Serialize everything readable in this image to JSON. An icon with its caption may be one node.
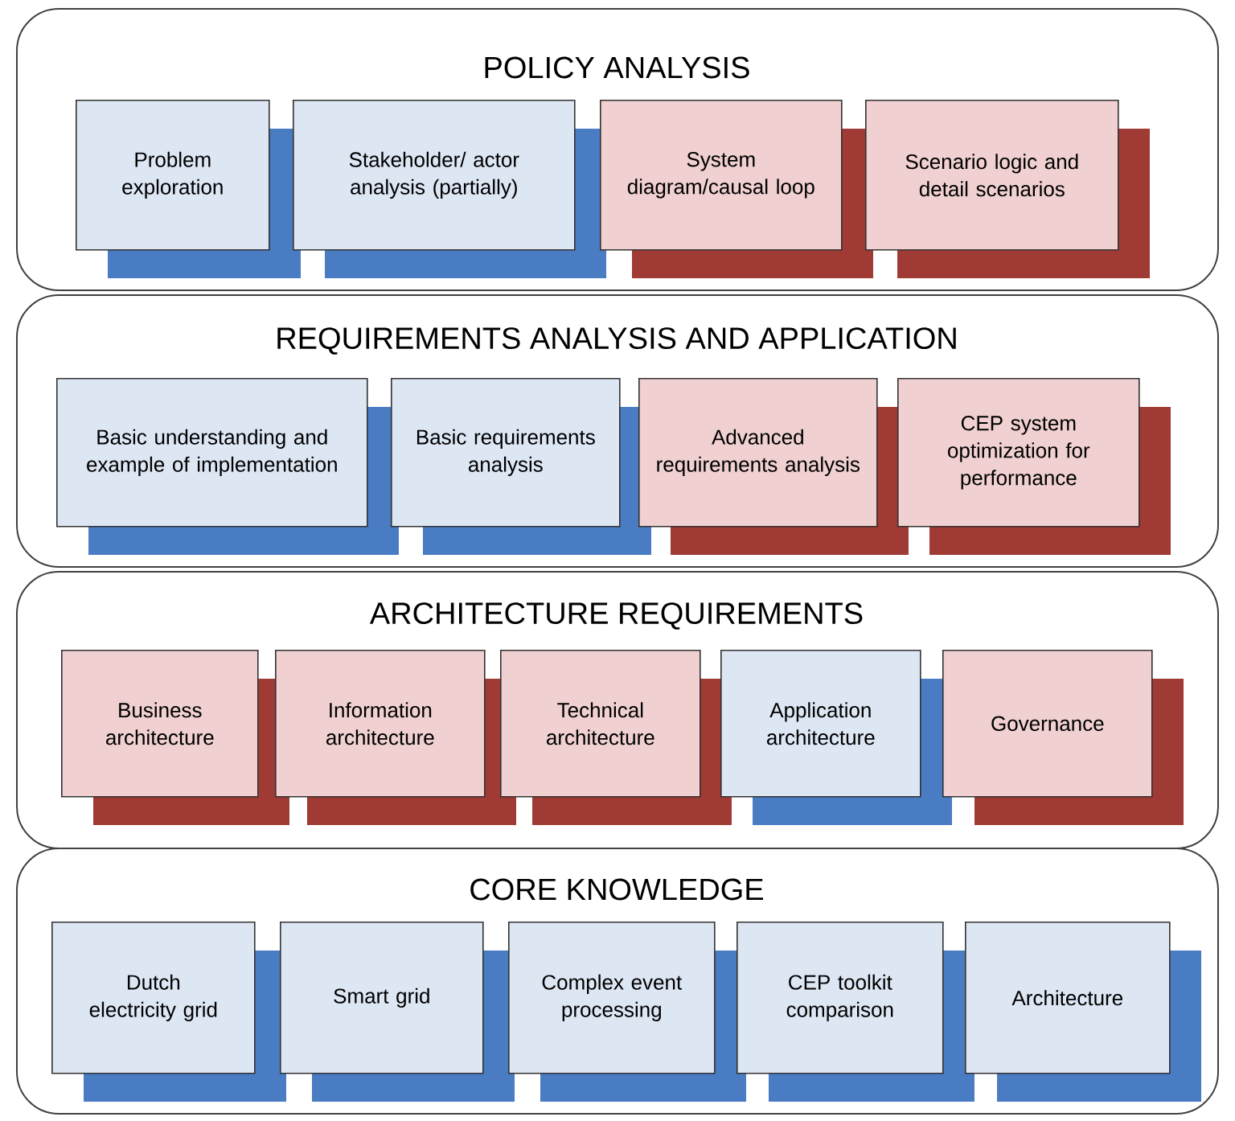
{
  "diagram": {
    "nodes": [
      {
        "text": [
          "POLICY ANALYSIS"
        ]
      },
      {
        "text": [
          "Problem exploration"
        ],
        "in": 0
      },
      {
        "text": [
          "Stakeholder/ actor analysis (partially)"
        ],
        "in": 0
      },
      {
        "text": [
          "System diagram/causal loop"
        ],
        "in": 0
      },
      {
        "text": [
          "Scenario logic and detail scenarios"
        ],
        "in": 0
      },
      {
        "text": [
          "REQUIREMENTS ANALYSIS AND APPLICATION"
        ]
      },
      {
        "text": [
          "Basic understanding and example of implementation"
        ],
        "in": 5
      },
      {
        "text": [
          "Basic requirements analysis"
        ],
        "in": 5
      },
      {
        "text": [
          "Advanced requirements analysis"
        ],
        "in": 5
      },
      {
        "text": [
          "CEP system optimization for performance"
        ],
        "in": 5
      },
      {
        "text": [
          "ARCHITECTURE REQUIREMENTS"
        ]
      },
      {
        "text": [
          "Business architecture"
        ],
        "in": 10
      },
      {
        "text": [
          "Information architecture"
        ],
        "in": 10
      },
      {
        "text": [
          "Technical architecture"
        ],
        "in": 10
      },
      {
        "text": [
          "Application architecture"
        ],
        "in": 10
      },
      {
        "text": [
          "Governance"
        ],
        "in": 10
      },
      {
        "text": [
          "CORE KNOWLEDGE"
        ]
      },
      {
        "text": [
          "Dutch electricity grid"
        ],
        "in": 16
      },
      {
        "text": [
          "Smart grid"
        ],
        "in": 16
      },
      {
        "text": [
          "Complex event processing"
        ],
        "in": 16
      },
      {
        "text": [
          "CEP toolkit comparison"
        ],
        "in": 16
      },
      {
        "text": [
          "Architecture"
        ],
        "in": 16
      }
    ]
  }
}
